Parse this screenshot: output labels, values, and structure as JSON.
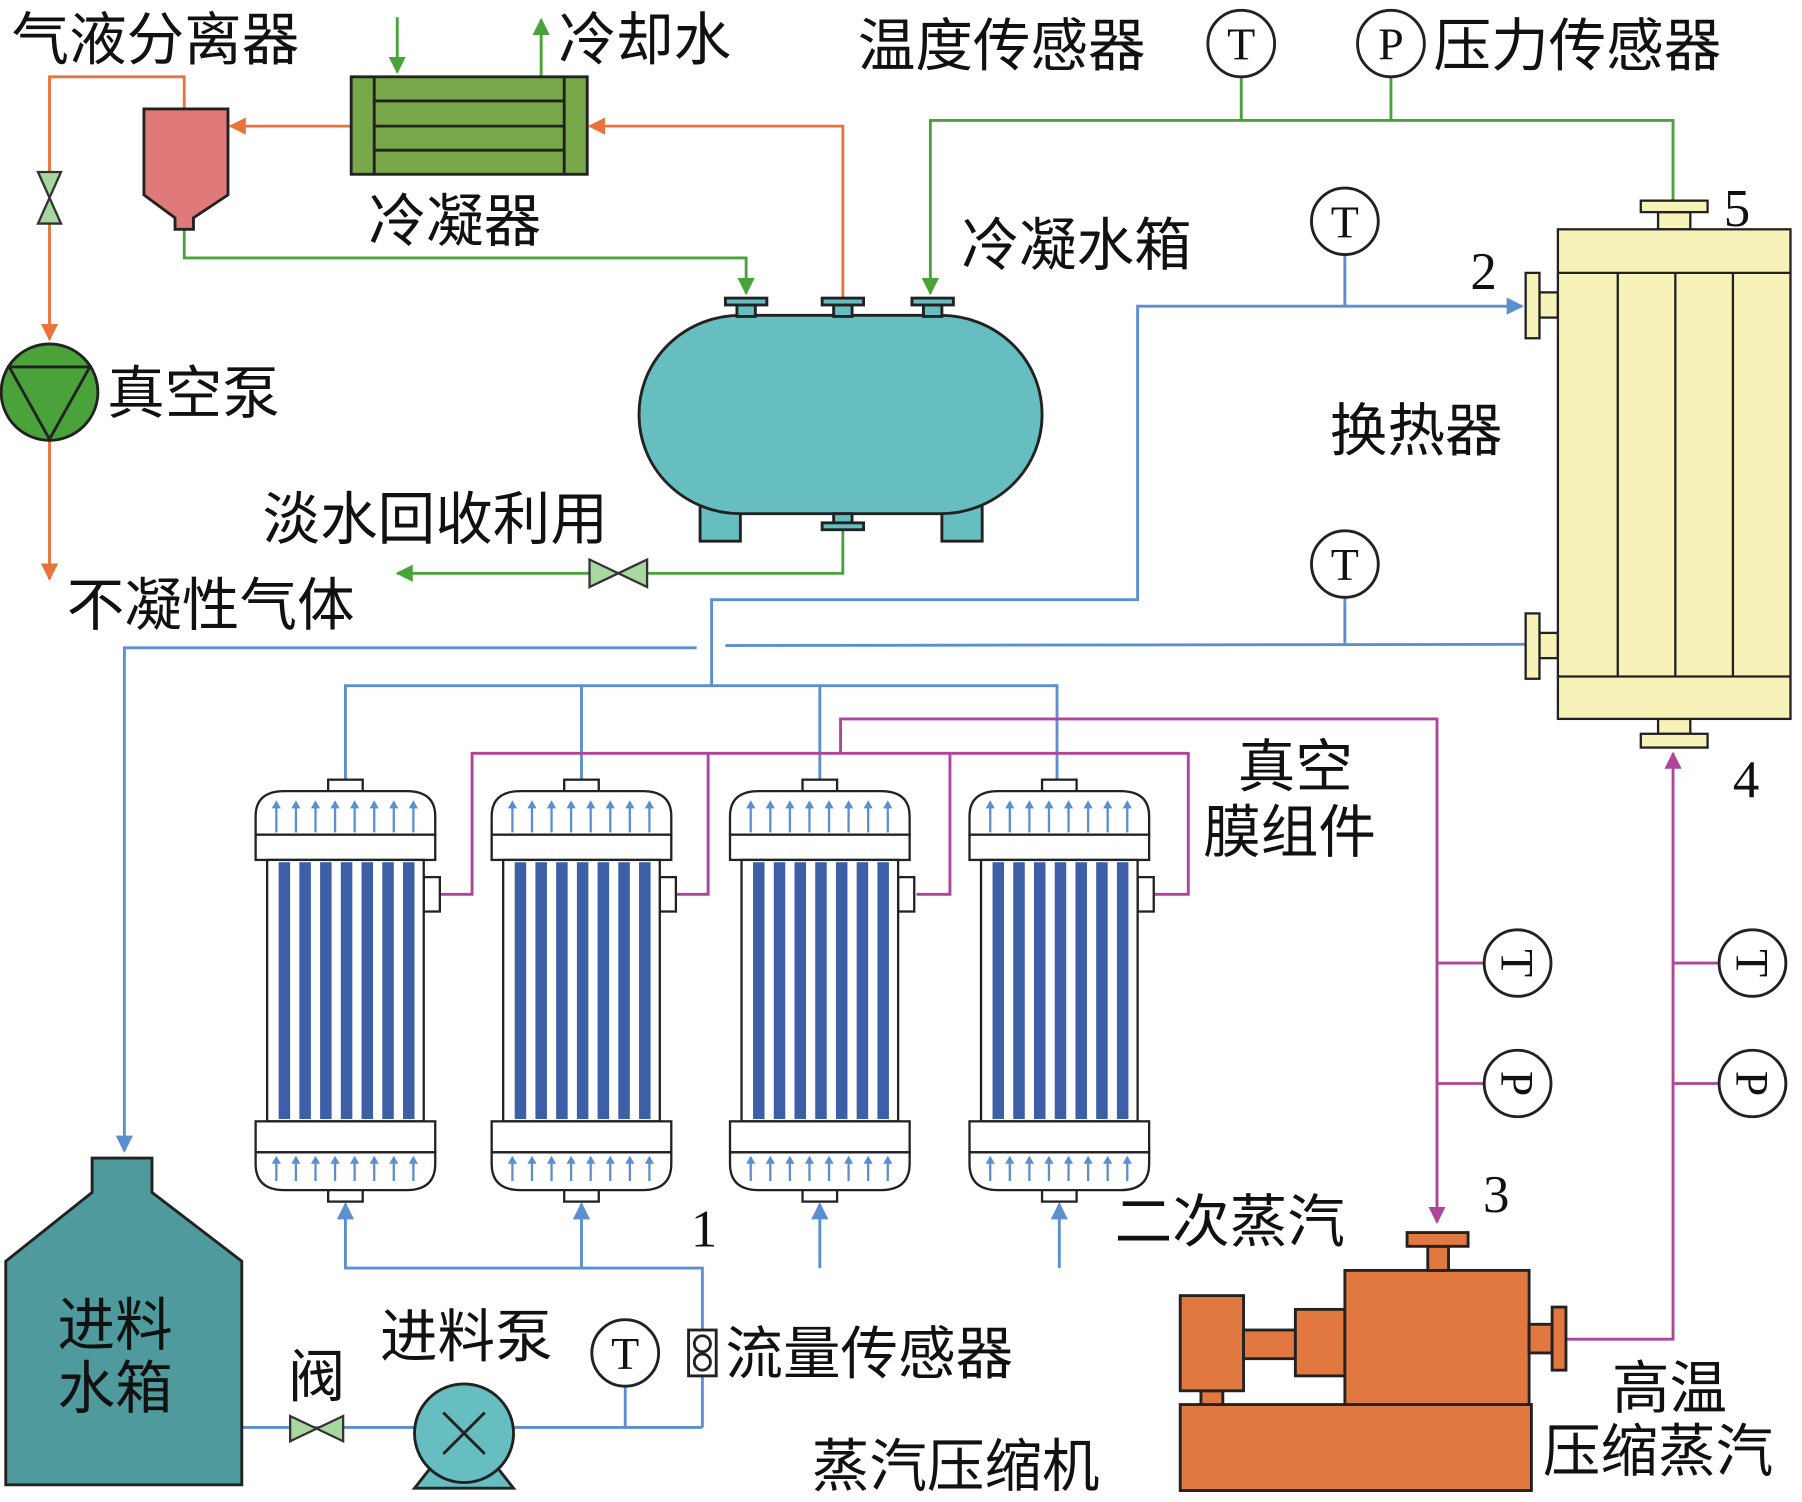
{
  "labels": {
    "separator": "气液分离器",
    "cooling_water": "冷却水",
    "temp_sensor": "温度传感器",
    "pressure_sensor": "压力传感器",
    "condenser": "冷凝器",
    "condensate_tank": "冷凝水箱",
    "vacuum_pump": "真空泵",
    "fresh_water": "淡水回收利用",
    "noncondensable": "不凝性气体",
    "heat_exchanger": "换热器",
    "membrane_1": "真空",
    "membrane_2": "膜组件",
    "secondary_steam": "二次蒸汽",
    "feed_tank_1": "进料",
    "feed_tank_2": "水箱",
    "valve": "阀",
    "feed_pump": "进料泵",
    "flow_sensor": "流量传感器",
    "compressor": "蒸汽压缩机",
    "hot_steam_1": "高温",
    "hot_steam_2": "压缩蒸汽"
  },
  "numbers": {
    "n1": "1",
    "n2": "2",
    "n3": "3",
    "n4": "4",
    "n5": "5"
  },
  "sensor_letters": {
    "T": "T",
    "P": "P"
  },
  "colors": {
    "vacuum_line": "#e8743b",
    "water_line": "#4aa33a",
    "feed_line": "#5b8fd0",
    "steam_line": "#b0449a",
    "tank": "#66bec0",
    "heat_exchanger": "#f7f3b8",
    "compressor": "#e07840",
    "feed_tank": "#4f9a9c",
    "condenser": "#78a84a",
    "separator": "#e07a7a"
  }
}
